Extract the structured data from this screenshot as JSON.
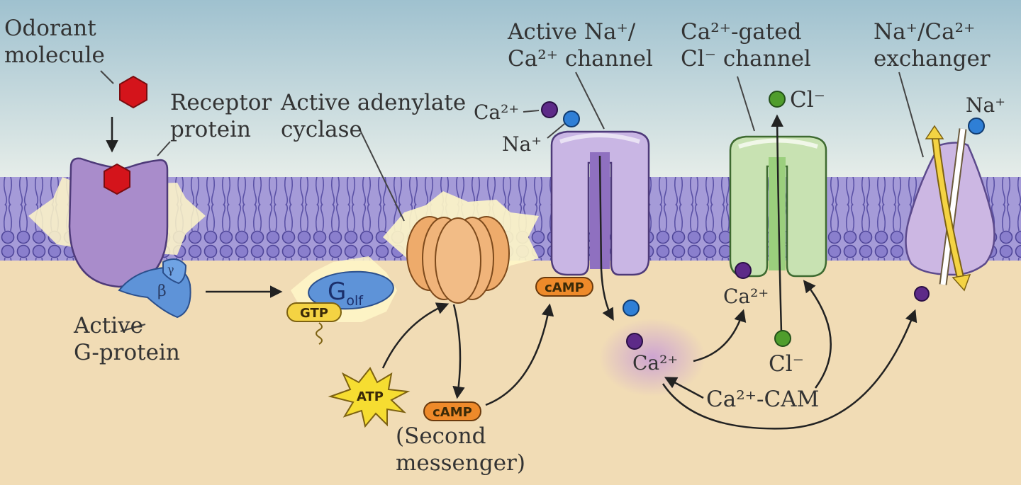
{
  "labels": {
    "odorant_line1": "Odorant",
    "odorant_line2": "molecule",
    "receptor_line1": "Receptor",
    "receptor_line2": "protein",
    "gprotein_line1": "Active",
    "gprotein_line2": "G-protein",
    "adenylate_line1": "Active adenylate",
    "adenylate_line2": "cyclase",
    "na_ca_channel_line1": "Active Na⁺/",
    "na_ca_channel_line2": "Ca²⁺ channel",
    "cl_channel_line1": "Ca²⁺-gated",
    "cl_channel_line2": "Cl⁻ channel",
    "exchanger_line1": "Na⁺/Ca²⁺",
    "exchanger_line2": "exchanger",
    "second_messenger_line1": "(Second",
    "second_messenger_line2": "messenger)"
  },
  "tags": {
    "gtp": "GTP",
    "atp": "ATP",
    "camp": "cAMP",
    "golf": "G",
    "golf_sub": "olf",
    "beta": "β",
    "gamma": "γ"
  },
  "ions": {
    "ca_outside": "Ca²⁺",
    "na_outside": "Na⁺",
    "cl_outside": "Cl⁻",
    "na_exchanger": "Na⁺",
    "ca_inside": "Ca²⁺",
    "ca_near_cl": "Ca²⁺",
    "cl_inside": "Cl⁻",
    "ca_cam": "Ca²⁺-CAM"
  },
  "colors": {
    "extracellular_top": "#9fc1cf",
    "extracellular_bottom": "#eaf0ec",
    "cytoplasm": "#f1dcb5",
    "membrane": "#9b90d2",
    "receptor": "#a98ccb",
    "odorant": "#d4141b",
    "g_protein": "#5e93d8",
    "adenylate_cyclase": "#eeab6b",
    "na_ca_channel": "#c9b6e4",
    "cl_channel": "#c8e2b2",
    "exchanger": "#ccb7e3",
    "ion_ca": "#5d2a88",
    "ion_na": "#2f7fd6",
    "ion_cl": "#4f9d2c",
    "tag_yellow": "#f4d343",
    "tag_orange": "#ee8a2a"
  }
}
